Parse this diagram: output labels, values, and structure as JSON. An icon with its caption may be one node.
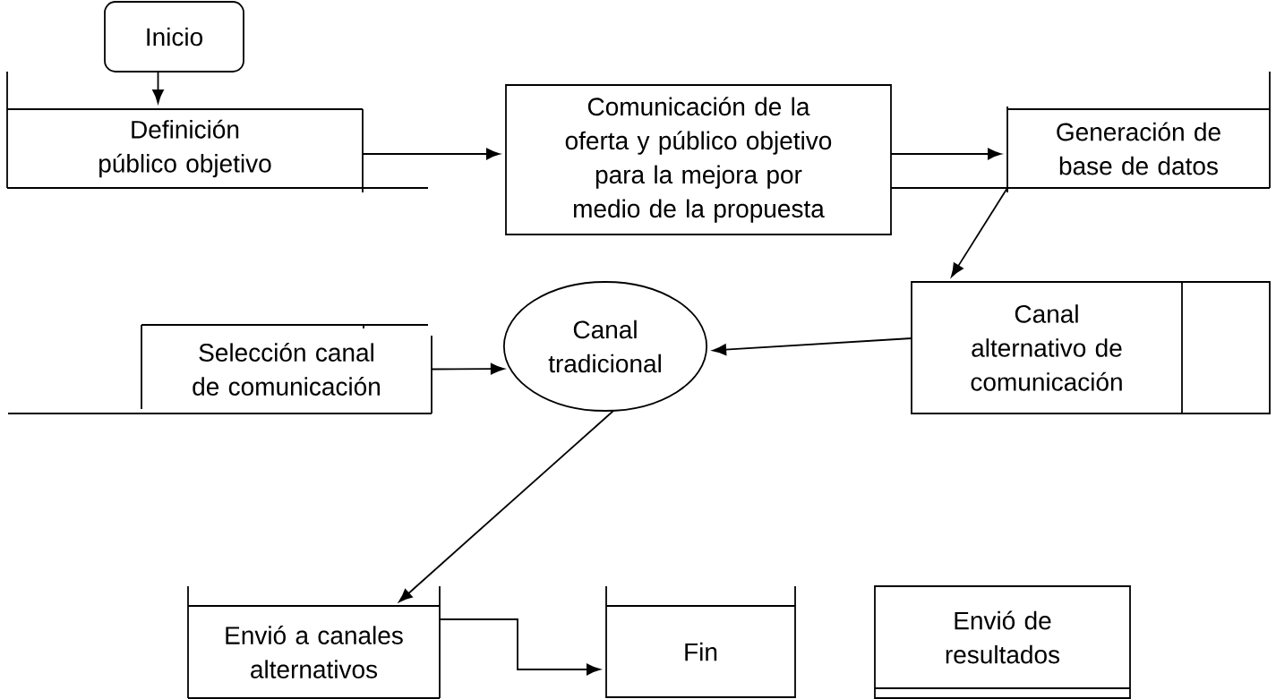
{
  "diagram": {
    "nodes": [
      {
        "text": [
          "Inicio"
        ]
      },
      {
        "text": [
          "Definición público objetivo"
        ]
      },
      {
        "text": [
          "Comunicación de la oferta y público objetivo para la mejora por medio de la propuesta"
        ]
      },
      {
        "text": [
          "Generación de base de datos"
        ]
      },
      {
        "text": [
          "Canal alternativo de comunicación"
        ]
      },
      {
        "text": [
          "Selección canal de comunicación"
        ]
      },
      {
        "text": [
          "Canal tradicional"
        ]
      },
      {
        "text": [
          "Envió a canales alternativos"
        ]
      },
      {
        "text": [
          "Fin"
        ]
      },
      {
        "text": [
          "Envió de resultados"
        ]
      }
    ],
    "edges": [
      {
        "from": 0,
        "to": 1,
        "arrow": "to"
      },
      {
        "from": 1,
        "to": 2,
        "arrow": "to"
      },
      {
        "from": 2,
        "to": 3,
        "arrow": "to"
      },
      {
        "from": 3,
        "to": 4,
        "arrow": "to"
      },
      {
        "from": 4,
        "to": 6,
        "arrow": "to"
      },
      {
        "from": 5,
        "to": 6,
        "arrow": "to"
      },
      {
        "from": 6,
        "to": 7,
        "arrow": "to"
      },
      {
        "from": 7,
        "to": 8,
        "arrow": "to"
      }
    ]
  }
}
